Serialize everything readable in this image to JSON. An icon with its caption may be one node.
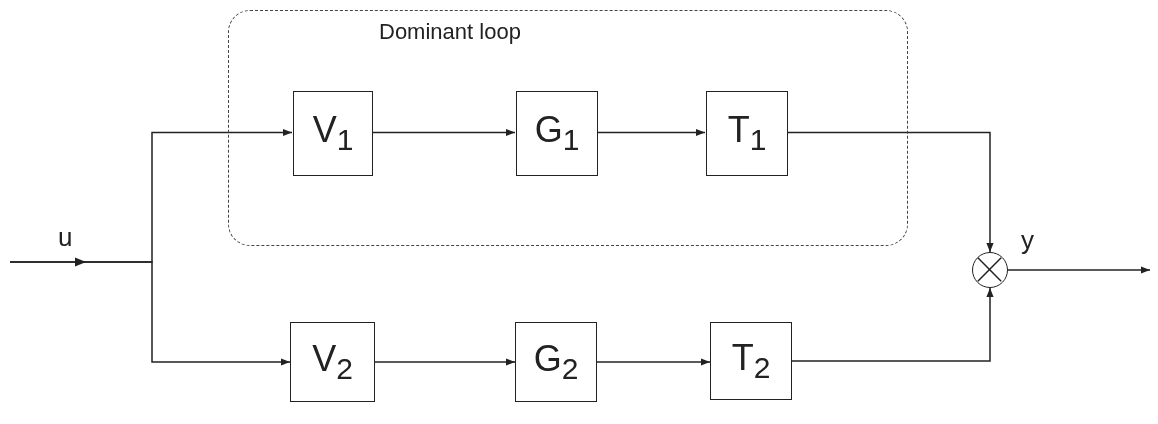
{
  "diagram": {
    "nodes": [
      {
        "text": [
          "Dominant loop"
        ]
      },
      {
        "text": [
          "V$_{1}$"
        ],
        "in": 0
      },
      {
        "text": [
          "G$_{1}$"
        ],
        "in": 0
      },
      {
        "text": [
          "T$_{1}$"
        ],
        "in": 0
      },
      {
        "text": [
          "V$_{2}$"
        ]
      },
      {
        "text": [
          "G$_{2}$"
        ]
      },
      {
        "text": [
          "T$_{2}$"
        ]
      },
      {
        "text": [],
        "shape": "circle"
      }
    ],
    "edges": [
      {
        "from": null,
        "to": 1,
        "arrow": "to",
        "label": "u"
      },
      {
        "from": null,
        "to": 4,
        "arrow": "to"
      },
      {
        "from": 1,
        "to": 2,
        "arrow": "to"
      },
      {
        "from": 2,
        "to": 3,
        "arrow": "to"
      },
      {
        "from": 4,
        "to": 5,
        "arrow": "to"
      },
      {
        "from": 5,
        "to": 6,
        "arrow": "to"
      },
      {
        "from": 3,
        "to": 7,
        "arrow": "to"
      },
      {
        "from": 6,
        "to": 7,
        "arrow": "to"
      },
      {
        "from": 7,
        "to": null,
        "arrow": "to",
        "label": "y"
      }
    ]
  }
}
